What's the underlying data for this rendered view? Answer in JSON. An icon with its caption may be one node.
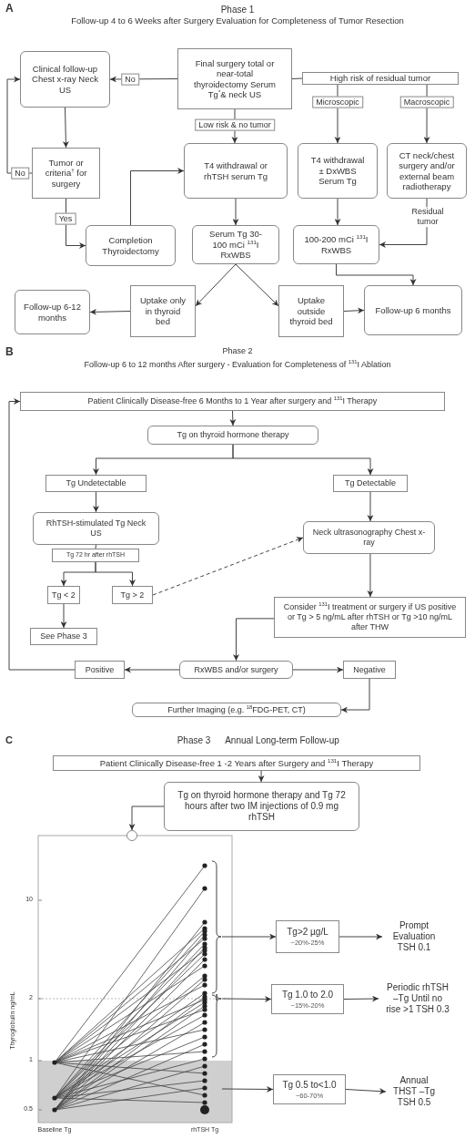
{
  "diagram": {
    "nodes": [
      {
        "text": [
          "Clinical follow-up Chest x-ray Neck US"
        ]
      },
      {
        "text": [
          "Final surgery total or near-total thyroidectomy Serum Tg$^{*}$& neck US"
        ]
      },
      {
        "text": [
          "High risk of residual tumor"
        ]
      },
      {
        "text": [
          "Tumor or criteria$^{†}$ for surgery"
        ]
      },
      {
        "text": [
          "T4 withdrawal or rhTSH serum Tg"
        ]
      },
      {
        "text": [
          "T4 withdrawal ± DxWBS Serum Tg"
        ]
      },
      {
        "text": [
          "CT neck/chest surgery and/or external beam radiotherapy"
        ]
      },
      {
        "text": [
          "Completion Thyroidectomy"
        ]
      },
      {
        "text": [
          "Serum Tg 30-100 mCi $^{131}$I RxWBS"
        ]
      },
      {
        "text": [
          "100-200 mCi $^{131}$I RxWBS"
        ]
      },
      {
        "text": [
          "Follow-up 6-12 months"
        ]
      },
      {
        "text": [
          "Uptake only in thyroid bed"
        ]
      },
      {
        "text": [
          "Uptake outside thyroid bed"
        ]
      },
      {
        "text": [
          "Follow-up 6 months"
        ]
      },
      {
        "text": [
          "Patient Clinically Disease-free 6 Months to 1 Year after surgery and $^{131}$I Therapy"
        ]
      },
      {
        "text": [
          "Tg on thyroid hormone therapy"
        ]
      },
      {
        "text": [
          "Tg Undetectable"
        ]
      },
      {
        "text": [
          "Tg Detectable"
        ]
      },
      {
        "text": [
          "RhTSH-stimulated Tg Neck US"
        ]
      },
      {
        "text": [
          "Tg 72 hr after rhTSH"
        ]
      },
      {
        "text": [
          "Tg < 2"
        ]
      },
      {
        "text": [
          "Tg > 2"
        ]
      },
      {
        "text": [
          "Neck ultrasonography Chest x-ray"
        ]
      },
      {
        "text": [
          "Consider $^{131}$I treatment or surgery if US positive or Tg > 5 ng/mL after rhTSH or Tg >10 ng/mL after THW"
        ]
      },
      {
        "text": [
          "See Phase 3"
        ]
      },
      {
        "text": [
          "Positive"
        ]
      },
      {
        "text": [
          "RxWBS and/or surgery"
        ]
      },
      {
        "text": [
          "Negative"
        ]
      },
      {
        "text": [
          "Further Imaging (e.g. $^{18}$FDG-PET, CT)"
        ]
      },
      {
        "text": [
          "Patient Clinically Disease-free 1 -2 Years after Surgery and $^{131}$I Therapy"
        ]
      },
      {
        "text": [
          "Tg on thyroid hormone therapy and Tg 72 hours after two IM injections of 0.9 mg rhTSH"
        ]
      },
      {
        "text": [],
        "shape": "circle"
      },
      {
        "text": [
          "Tg>2 µg/L",
          "~20%-25%"
        ]
      },
      {
        "text": [
          "Prompt Evaluation TSH 0.1"
        ]
      },
      {
        "text": [
          "Tg 1.0 to 2.0",
          "~15%-20%"
        ]
      },
      {
        "text": [
          "Periodic rhTSH –Tg Until no rise >1 TSH 0.3"
        ]
      },
      {
        "text": [
          "Tg 0.5 to<1.0",
          "~60-70%"
        ]
      },
      {
        "text": [
          "Annual THST –Tg TSH 0.5"
        ]
      }
    ],
    "edges": [
      {
        "from": 1,
        "to": 0,
        "arrow": "to",
        "label": "No"
      },
      {
        "from": 0,
        "to": 3,
        "arrow": "to"
      },
      {
        "from": 3,
        "to": 0,
        "arrow": "to",
        "label": "No"
      },
      {
        "from": 3,
        "to": 7,
        "arrow": "to",
        "label": "Yes"
      },
      {
        "from": 7,
        "to": 4,
        "arrow": "to"
      },
      {
        "from": 1,
        "to": 4,
        "arrow": "to",
        "label": "Low risk & no tumor"
      },
      {
        "from": 1,
        "to": 2,
        "arrow": "none"
      },
      {
        "from": 2,
        "to": 5,
        "arrow": "to",
        "label": "Microscopic"
      },
      {
        "from": 2,
        "to": 6,
        "arrow": "to",
        "label": "Macroscopic"
      },
      {
        "from": 4,
        "to": 8,
        "arrow": "to"
      },
      {
        "from": 5,
        "to": 9,
        "arrow": "to"
      },
      {
        "from": 6,
        "to": 9,
        "arrow": "to",
        "label": "Residual tumor"
      },
      {
        "from": 8,
        "to": 11,
        "arrow": "to"
      },
      {
        "from": 8,
        "to": 12,
        "arrow": "to"
      },
      {
        "from": 11,
        "to": 10,
        "arrow": "to"
      },
      {
        "from": 12,
        "to": 13,
        "arrow": "to"
      },
      {
        "from": 9,
        "to": 13,
        "arrow": "to"
      },
      {
        "from": 14,
        "to": 15,
        "arrow": "to"
      },
      {
        "from": 15,
        "to": 16,
        "arrow": "to"
      },
      {
        "from": 15,
        "to": 17,
        "arrow": "to"
      },
      {
        "from": 16,
        "to": 18,
        "arrow": "to"
      },
      {
        "from": 18,
        "to": 19,
        "arrow": "none"
      },
      {
        "from": 19,
        "to": 20,
        "arrow": "to"
      },
      {
        "from": 19,
        "to": 21,
        "arrow": "to"
      },
      {
        "from": 21,
        "to": 22,
        "arrow": "to",
        "style": "dashed"
      },
      {
        "from": 17,
        "to": 22,
        "arrow": "to"
      },
      {
        "from": 22,
        "to": 23,
        "arrow": "to"
      },
      {
        "from": 20,
        "to": 24,
        "arrow": "to"
      },
      {
        "from": 23,
        "to": 26,
        "arrow": "to"
      },
      {
        "from": 26,
        "to": 25,
        "arrow": "to"
      },
      {
        "from": 26,
        "to": 27,
        "arrow": "to"
      },
      {
        "from": 25,
        "to": 14,
        "arrow": "to"
      },
      {
        "from": 27,
        "to": 28,
        "arrow": "to"
      },
      {
        "from": 29,
        "to": 30,
        "arrow": "to"
      },
      {
        "from": 30,
        "to": 31,
        "arrow": "to"
      },
      {
        "from": null,
        "to": 32,
        "arrow": "to"
      },
      {
        "from": 32,
        "to": 33,
        "arrow": "to"
      },
      {
        "from": null,
        "to": 34,
        "arrow": "to"
      },
      {
        "from": 34,
        "to": 35,
        "arrow": "to"
      },
      {
        "from": null,
        "to": 36,
        "arrow": "to"
      },
      {
        "from": 36,
        "to": 37,
        "arrow": "to"
      }
    ],
    "labels": [
      "A",
      "Phase 1",
      "Follow-up 4 to 6 Weeks after Surgery Evaluation for Completeness of Tumor Resection",
      "B",
      "Phase 2",
      "Follow-up 6 to 12 months After surgery - Evaluation for Completeness of $^{131}$I Ablation",
      "C",
      "Phase 3",
      "Annual Long-term Follow-up",
      "10",
      "2",
      "1",
      "0.5",
      "Thyroglobulin ng/mL",
      "Baseline Tg",
      "rhTSH Tg"
    ]
  }
}
